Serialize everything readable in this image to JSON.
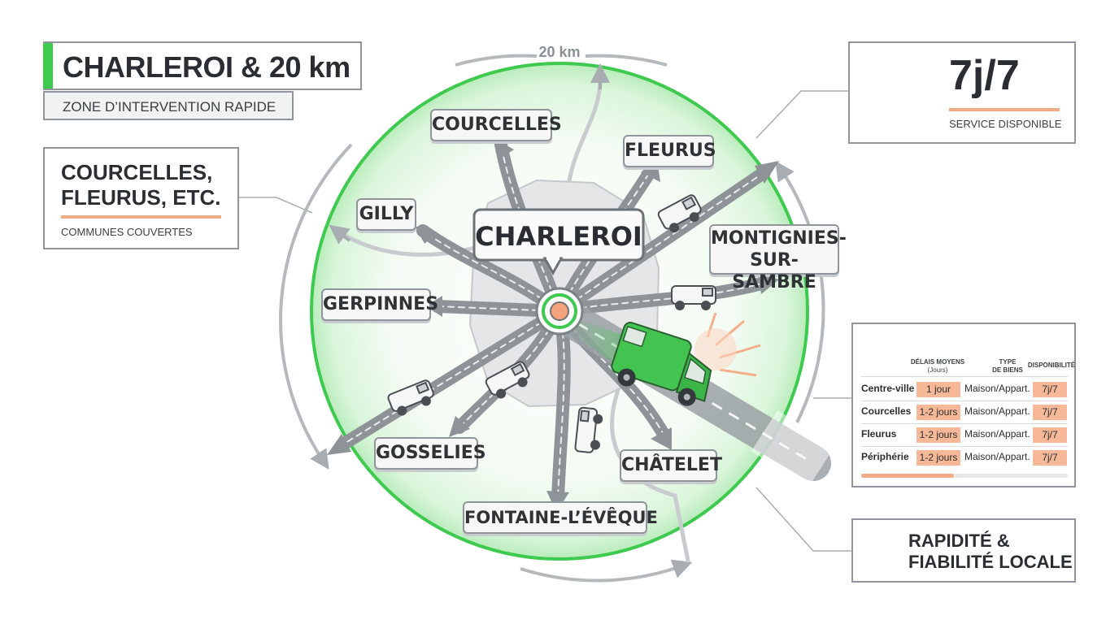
{
  "header": {
    "title": "CHARLEROI & 20 km",
    "subtitle": "ZONE D’INTERVENTION RAPIDE"
  },
  "radius_label": "20 km",
  "communes_panel": {
    "line1": "COURCELLES,",
    "line2": "FLEURUS, ETC.",
    "caption": "COMMUNES COUVERTES"
  },
  "service_panel": {
    "value": "7j/7",
    "caption": "SERVICE DISPONIBLE",
    "icon": "clock-check-icon"
  },
  "map": {
    "center": "CHARLEROI",
    "communes": {
      "courcelles": "COURCELLES",
      "fleurus": "FLEURUS",
      "gilly": "GILLY",
      "montignies": "MONTIGNIES-\nSUR-SAMBRE",
      "gerpinnes": "GERPINNES",
      "gosselies": "GOSSELIES",
      "chatelet": "CHÂTELET",
      "fontaine": "FONTAINE-L’ÉVÊQUE"
    },
    "colors": {
      "zone": "#3ec94f",
      "accent": "#f2ab87",
      "van": "#3ec94f"
    }
  },
  "table": {
    "headers": {
      "delay": "DÉLAIS MOYENS",
      "delay_unit": "(Jours)",
      "type": "TYPE",
      "type2": "DE BIENS",
      "availability": "DISPONIBILITÉ"
    },
    "header_icons": [
      "clock-icon",
      "house-icon",
      "calendar-icon"
    ],
    "rows": [
      {
        "zone": "Centre-ville",
        "delay": "1 jour",
        "type": "Maison/Appart.",
        "availability": "7j/7"
      },
      {
        "zone": "Courcelles",
        "delay": "1-2 jours",
        "type": "Maison/Appart.",
        "availability": "7j/7"
      },
      {
        "zone": "Fleurus",
        "delay": "1-2 jours",
        "type": "Maison/Appart.",
        "availability": "7j/7"
      },
      {
        "zone": "Périphérie",
        "delay": "1-2 jours",
        "type": "Maison/Appart.",
        "availability": "7j/7"
      }
    ]
  },
  "footer_panel": {
    "line1": "RAPIDITÉ &",
    "line2": "FIABILITÉ LOCALE",
    "icon": "check-icon"
  }
}
